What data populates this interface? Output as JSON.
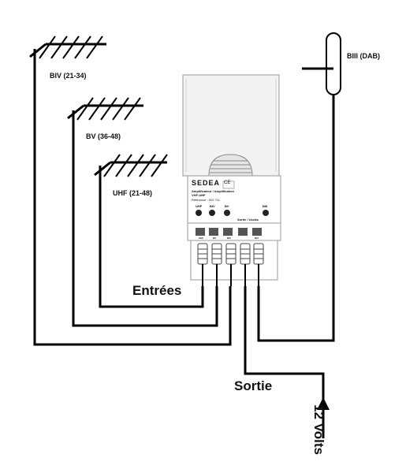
{
  "antennas": {
    "biv": "BIV (21-34)",
    "bv": "BV (36-48)",
    "uhf": "UHF (21-48)",
    "biii": "BIII (DAB)"
  },
  "labels": {
    "inputs": "Entrées",
    "output": "Sortie",
    "power": "12 Volts"
  },
  "amplifier": {
    "brand": "SEDEA",
    "title": "Amplificateur / Amplificatore",
    "model": "VHF-UHF",
    "reference": "Référence : 922 711",
    "ce_mark": "CE",
    "output_label": "Sortie / Uscita",
    "dial_labels": [
      "UHF",
      "BIV",
      "BV",
      "BIII"
    ],
    "port_labels": [
      "UHF",
      "BV",
      "BIV",
      "BIII"
    ]
  },
  "colors": {
    "line": "#000000",
    "device_fill": "#f3f3f3",
    "device_stroke": "#9a9a9a",
    "port_fill": "#555555"
  }
}
